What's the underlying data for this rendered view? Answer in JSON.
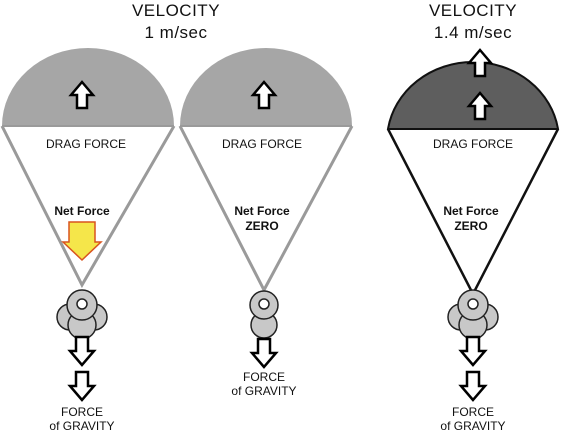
{
  "panels": [
    {
      "velocity_title": "VELOCITY",
      "velocity_value": "1 m/sec",
      "drag_label": "DRAG FORCE",
      "net_force_label": "Net Force",
      "net_force_value": "",
      "gravity_line1": "FORCE",
      "gravity_line2": "of GRAVITY"
    },
    {
      "velocity_title": "",
      "velocity_value": "",
      "drag_label": "DRAG FORCE",
      "net_force_label": "Net Force",
      "net_force_value": "ZERO",
      "gravity_line1": "FORCE",
      "gravity_line2": "of GRAVITY"
    },
    {
      "velocity_title": "VELOCITY",
      "velocity_value": "1.4 m/sec",
      "drag_label": "DRAG FORCE",
      "net_force_label": "Net Force",
      "net_force_value": "ZERO",
      "gravity_line1": "FORCE",
      "gravity_line2": "of GRAVITY"
    }
  ],
  "colors": {
    "canopy_light": "#a6a6a6",
    "canopy_dark": "#5e5e5e",
    "net_force_arrow": "#f5e64a",
    "net_force_arrow_outline": "#d9541e",
    "rigging": "#9a9a9a",
    "rigging_dark": "#111111"
  },
  "icons": [
    "up-arrow-icon",
    "down-arrow-icon",
    "skydiver-icon"
  ]
}
